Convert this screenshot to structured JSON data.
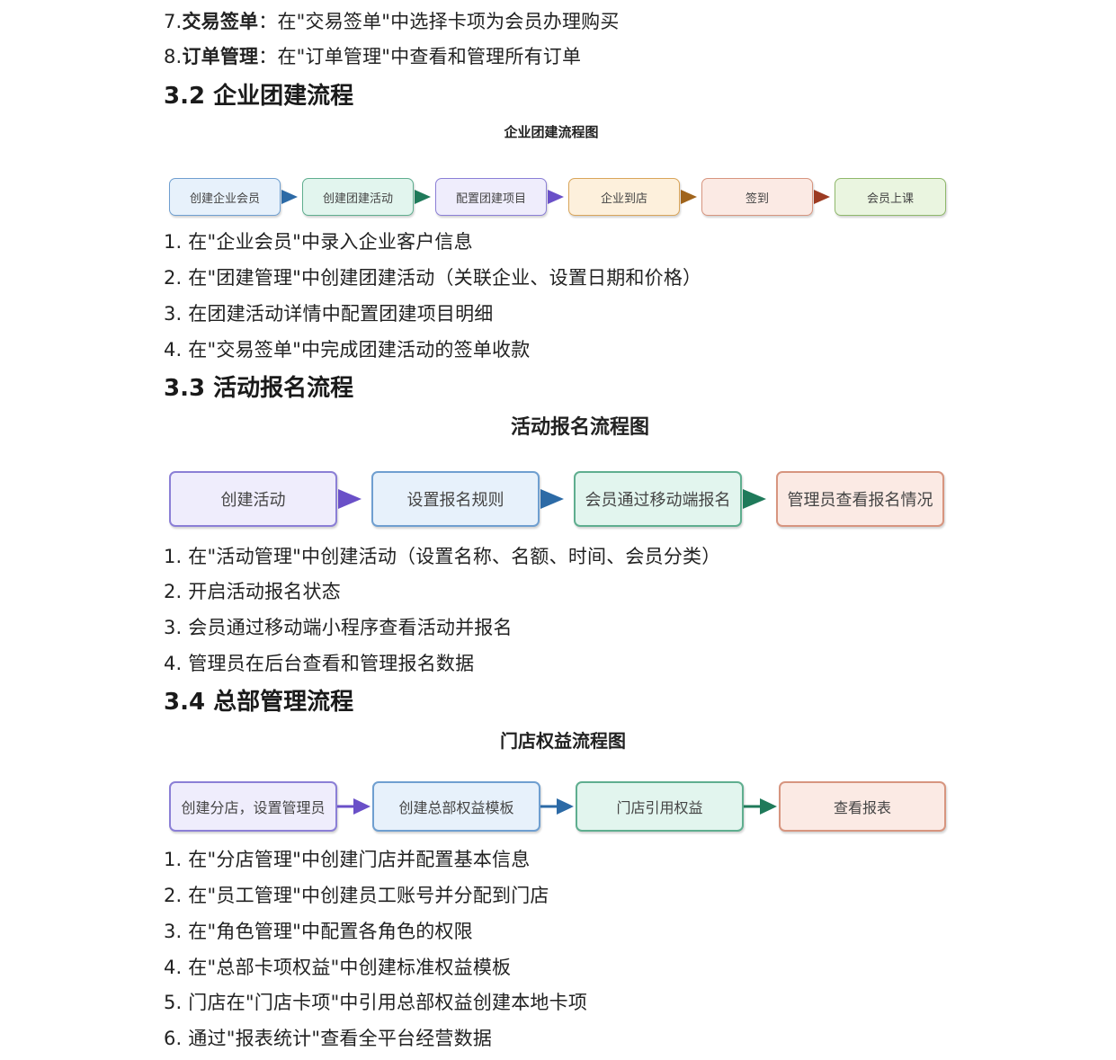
{
  "intro": {
    "step7": {
      "num": "7.",
      "bold": "交易签单",
      "rest": "：在\"交易签单\"中选择卡项为会员办理购买"
    },
    "step8": {
      "num": "8.",
      "bold": "订单管理",
      "rest": "：在\"订单管理\"中查看和管理所有订单"
    }
  },
  "s32": {
    "heading": "3.2 企业团建流程",
    "flow_title": "企业团建流程图",
    "nodes": [
      "创建企业会员",
      "创建团建活动",
      "配置团建项目",
      "企业到店",
      "签到",
      "会员上课"
    ],
    "steps": [
      "1. 在\"企业会员\"中录入企业客户信息",
      "2. 在\"团建管理\"中创建团建活动（关联企业、设置日期和价格）",
      "3. 在团建活动详情中配置团建项目明细",
      "4. 在\"交易签单\"中完成团建活动的签单收款"
    ]
  },
  "s33": {
    "heading": "3.3 活动报名流程",
    "flow_title": "活动报名流程图",
    "nodes": [
      "创建活动",
      "设置报名规则",
      "会员通过移动端报名",
      "管理员查看报名情况"
    ],
    "steps": [
      "1. 在\"活动管理\"中创建活动（设置名称、名额、时间、会员分类）",
      "2. 开启活动报名状态",
      "3. 会员通过移动端小程序查看活动并报名",
      "4. 管理员在后台查看和管理报名数据"
    ]
  },
  "s34": {
    "heading": "3.4 总部管理流程",
    "flow_title": "门店权益流程图",
    "nodes": [
      "创建分店，设置管理员",
      "创建总部权益模板",
      "门店引用权益",
      "查看报表"
    ],
    "steps": [
      "1. 在\"分店管理\"中创建门店并配置基本信息",
      "2. 在\"员工管理\"中创建员工账号并分配到门店",
      "3. 在\"角色管理\"中配置各角色的权限",
      "4. 在\"总部卡项权益\"中创建标准权益模板",
      "5. 门店在\"门店卡项\"中引用总部权益创建本地卡项",
      "6. 通过\"报表统计\"查看全平台经营数据"
    ]
  },
  "colors": {
    "purple_fill": "#efedfc",
    "purple_border": "#8b7fd6",
    "purple_arrow": "#6a50c8",
    "blue_fill": "#e7f1fb",
    "blue_border": "#6f9fd0",
    "blue_arrow": "#2c6aa6",
    "green_fill": "#e2f5ee",
    "green_border": "#5fae8f",
    "green_arrow": "#1f7a5a",
    "orange_fill": "#fdf0dc",
    "orange_border": "#d9a55a",
    "orange_arrow": "#a0641c",
    "salmon_fill": "#fbeae4",
    "salmon_border": "#d7957f",
    "salmon_arrow": "#9c3b22",
    "lime_fill": "#eaf5e0",
    "lime_border": "#8fb86b"
  }
}
